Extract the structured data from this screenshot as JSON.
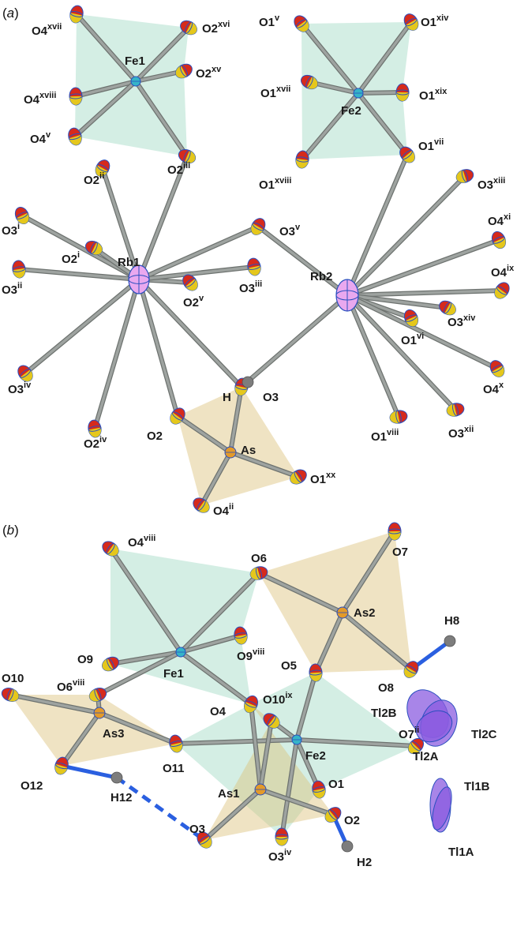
{
  "panels": {
    "a": {
      "open": "(",
      "letter": "a",
      "close": ")"
    },
    "b": {
      "open": "(",
      "letter": "b",
      "close": ")"
    }
  },
  "colors": {
    "fe_poly": "#9fd9c4",
    "as_poly": "#dcc27a",
    "bond": "#9ea3a0",
    "bond_dark": "#6e7370",
    "oxygen": "#d62a1c",
    "oxygen_band": "#e7d81d",
    "ellipse_edge": "#2a4fbf",
    "rb": "#e9a8ef",
    "tl": "#8b5ce0",
    "fe": "#36b4c8",
    "as": "#e39a2a",
    "hydrogen": "#7d7d7d",
    "hbond": "#2a5fe0"
  },
  "labels_a": [
    {
      "id": "O4xvii",
      "base": "O4",
      "sup": "xvii"
    },
    {
      "id": "O2xvi",
      "base": "O2",
      "sup": "xvi"
    },
    {
      "id": "Fe1",
      "base": "Fe1",
      "sup": ""
    },
    {
      "id": "O2xv",
      "base": "O2",
      "sup": "xv"
    },
    {
      "id": "O4xviii",
      "base": "O4",
      "sup": "xviii"
    },
    {
      "id": "O4v",
      "base": "O4",
      "sup": "v"
    },
    {
      "id": "O2iii",
      "base": "O2",
      "sup": "iii"
    },
    {
      "id": "O2ii",
      "base": "O2",
      "sup": "ii"
    },
    {
      "id": "O1v",
      "base": "O1",
      "sup": "v"
    },
    {
      "id": "O1xiv",
      "base": "O1",
      "sup": "xiv"
    },
    {
      "id": "O1xvii",
      "base": "O1",
      "sup": "xvii"
    },
    {
      "id": "Fe2",
      "base": "Fe2",
      "sup": ""
    },
    {
      "id": "O1xix",
      "base": "O1",
      "sup": "xix"
    },
    {
      "id": "O1vii",
      "base": "O1",
      "sup": "vii"
    },
    {
      "id": "O1xviii",
      "base": "O1",
      "sup": "xviii"
    },
    {
      "id": "O3xiii",
      "base": "O3",
      "sup": "xiii"
    },
    {
      "id": "O3i",
      "base": "O3",
      "sup": "i"
    },
    {
      "id": "O3v",
      "base": "O3",
      "sup": "v"
    },
    {
      "id": "O4xi",
      "base": "O4",
      "sup": "xi"
    },
    {
      "id": "Rb1",
      "base": "Rb1",
      "sup": ""
    },
    {
      "id": "O2i",
      "base": "O2",
      "sup": "i"
    },
    {
      "id": "O3ii",
      "base": "O3",
      "sup": "ii"
    },
    {
      "id": "O2v",
      "base": "O2",
      "sup": "v"
    },
    {
      "id": "O3iii",
      "base": "O3",
      "sup": "iii"
    },
    {
      "id": "Rb2",
      "base": "Rb2",
      "sup": ""
    },
    {
      "id": "O4ix",
      "base": "O4",
      "sup": "ix"
    },
    {
      "id": "O3xiv",
      "base": "O3",
      "sup": "xiv"
    },
    {
      "id": "O1vi",
      "base": "O1",
      "sup": "vi"
    },
    {
      "id": "O3iv",
      "base": "O3",
      "sup": "iv"
    },
    {
      "id": "H",
      "base": "H",
      "sup": ""
    },
    {
      "id": "O3",
      "base": "O3",
      "sup": ""
    },
    {
      "id": "O4x",
      "base": "O4",
      "sup": "x"
    },
    {
      "id": "O2",
      "base": "O2",
      "sup": ""
    },
    {
      "id": "O2iv",
      "base": "O2",
      "sup": "iv"
    },
    {
      "id": "As",
      "base": "As",
      "sup": ""
    },
    {
      "id": "O1viii",
      "base": "O1",
      "sup": "viii"
    },
    {
      "id": "O3xii",
      "base": "O3",
      "sup": "xii"
    },
    {
      "id": "O1xx",
      "base": "O1",
      "sup": "xx"
    },
    {
      "id": "O4ii",
      "base": "O4",
      "sup": "ii"
    }
  ],
  "labels_b": [
    {
      "id": "O4viii",
      "base": "O4",
      "sup": "viii"
    },
    {
      "id": "O6",
      "base": "O6",
      "sup": ""
    },
    {
      "id": "O7",
      "base": "O7",
      "sup": ""
    },
    {
      "id": "As2",
      "base": "As2",
      "sup": ""
    },
    {
      "id": "H8",
      "base": "H8",
      "sup": ""
    },
    {
      "id": "O9",
      "base": "O9",
      "sup": ""
    },
    {
      "id": "Fe1",
      "base": "Fe1",
      "sup": ""
    },
    {
      "id": "O9viii",
      "base": "O9",
      "sup": "viii"
    },
    {
      "id": "O5",
      "base": "O5",
      "sup": ""
    },
    {
      "id": "O8",
      "base": "O8",
      "sup": ""
    },
    {
      "id": "O10",
      "base": "O10",
      "sup": ""
    },
    {
      "id": "O6viii",
      "base": "O6",
      "sup": "viii"
    },
    {
      "id": "O4",
      "base": "O4",
      "sup": ""
    },
    {
      "id": "O10ix",
      "base": "O10",
      "sup": "ix"
    },
    {
      "id": "Tl2B",
      "base": "Tl2B",
      "sup": ""
    },
    {
      "id": "Tl2C",
      "base": "Tl2C",
      "sup": ""
    },
    {
      "id": "Tl2A",
      "base": "Tl2A",
      "sup": ""
    },
    {
      "id": "As3",
      "base": "As3",
      "sup": ""
    },
    {
      "id": "O11",
      "base": "O11",
      "sup": ""
    },
    {
      "id": "Fe2",
      "base": "Fe2",
      "sup": ""
    },
    {
      "id": "O7ii",
      "base": "O7",
      "sup": "ii"
    },
    {
      "id": "Tl1B",
      "base": "Tl1B",
      "sup": ""
    },
    {
      "id": "O12",
      "base": "O12",
      "sup": ""
    },
    {
      "id": "H12",
      "base": "H12",
      "sup": ""
    },
    {
      "id": "As1",
      "base": "As1",
      "sup": ""
    },
    {
      "id": "O1",
      "base": "O1",
      "sup": ""
    },
    {
      "id": "O2",
      "base": "O2",
      "sup": ""
    },
    {
      "id": "Tl1A",
      "base": "Tl1A",
      "sup": ""
    },
    {
      "id": "O3",
      "base": "O3",
      "sup": ""
    },
    {
      "id": "O3iv",
      "base": "O3",
      "sup": "iv"
    },
    {
      "id": "H2",
      "base": "H2",
      "sup": ""
    }
  ]
}
